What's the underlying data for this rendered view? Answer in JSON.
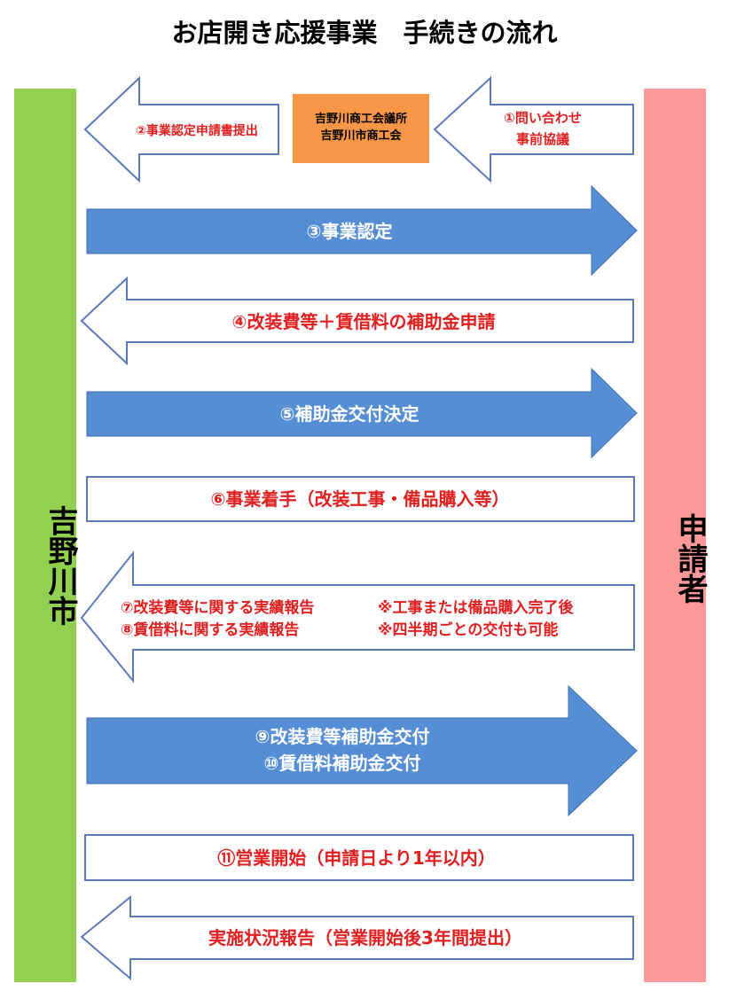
{
  "title": "お店開き応援事業　手続きの流れ",
  "left_party": "吉野川市",
  "right_party": "申請者",
  "intermediary": {
    "line1": "吉野川商工会議所",
    "line2": "吉野川市商工会"
  },
  "steps": {
    "s1": {
      "line1": "①問い合わせ",
      "line2": "事前協議"
    },
    "s2": "②事業認定申請書提出",
    "s3": "③事業認定",
    "s4": "④改装費等＋賃借料の補助金申請",
    "s5": "⑤補助金交付決定",
    "s6": "⑥事業着手（改装工事・備品購入等）",
    "s7": "⑦改装費等に関する実績報告",
    "s8": "⑧賃借料に関する実績報告",
    "note1": "※工事または備品購入完了後",
    "note2": "※四半期ごとの交付も可能",
    "s9": "⑨改装費等補助金交付",
    "s10": "⑩賃借料補助金交付",
    "s11": "⑪営業開始（申請日より1年以内）",
    "s12": "実施状況報告（営業開始後3年間提出）"
  },
  "colors": {
    "city_bar": "#92d050",
    "applicant_bar": "#ff9999",
    "blue_arrow": "#558ed5",
    "outline": "#5b7ab8",
    "red_text": "#e02020",
    "orange_box": "#f79646"
  }
}
